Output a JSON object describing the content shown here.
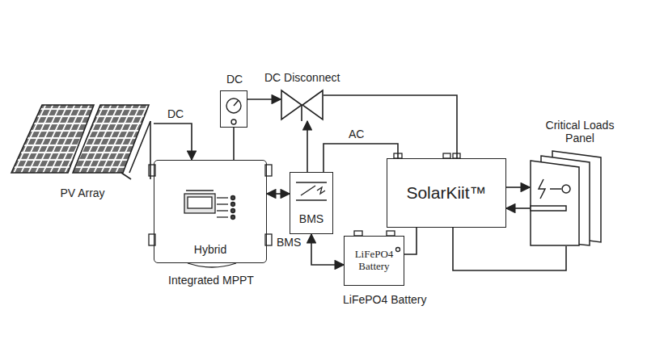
{
  "diagram": {
    "nodes": [
      {
        "text": [
          "PV Array"
        ]
      },
      {
        "text": [
          "DC"
        ]
      },
      {
        "text": [
          "DC Disconnect"
        ]
      },
      {
        "text": [
          "Hybrid",
          "Integrated MPPT"
        ]
      },
      {
        "text": [
          "BMS"
        ]
      },
      {
        "text": [
          "SolarKiit™"
        ]
      },
      {
        "text": [
          "LiFePO4 Battery",
          "LiFePO4 Battery"
        ]
      },
      {
        "text": [
          "Critical Loads Panel"
        ]
      }
    ],
    "edges": [
      {
        "from": 0,
        "to": 3,
        "arrow": "to"
      },
      {
        "from": 3,
        "to": 1,
        "arrow": "none"
      },
      {
        "from": 1,
        "to": 2,
        "arrow": "to"
      },
      {
        "from": 2,
        "to": 5,
        "arrow": "none"
      },
      {
        "from": 4,
        "to": 2,
        "arrow": "to"
      },
      {
        "from": 3,
        "to": 4,
        "arrow": "both"
      },
      {
        "from": 4,
        "to": 6,
        "arrow": "both"
      },
      {
        "from": 6,
        "to": 5,
        "arrow": "none"
      },
      {
        "from": 4,
        "to": 5,
        "arrow": "none"
      },
      {
        "from": 5,
        "to": 7,
        "arrow": "to"
      },
      {
        "from": 7,
        "to": 5,
        "arrow": "to"
      },
      {
        "from": 5,
        "to": 7,
        "arrow": "none"
      }
    ],
    "labels": [
      "DC",
      "AC",
      "BMS"
    ]
  }
}
